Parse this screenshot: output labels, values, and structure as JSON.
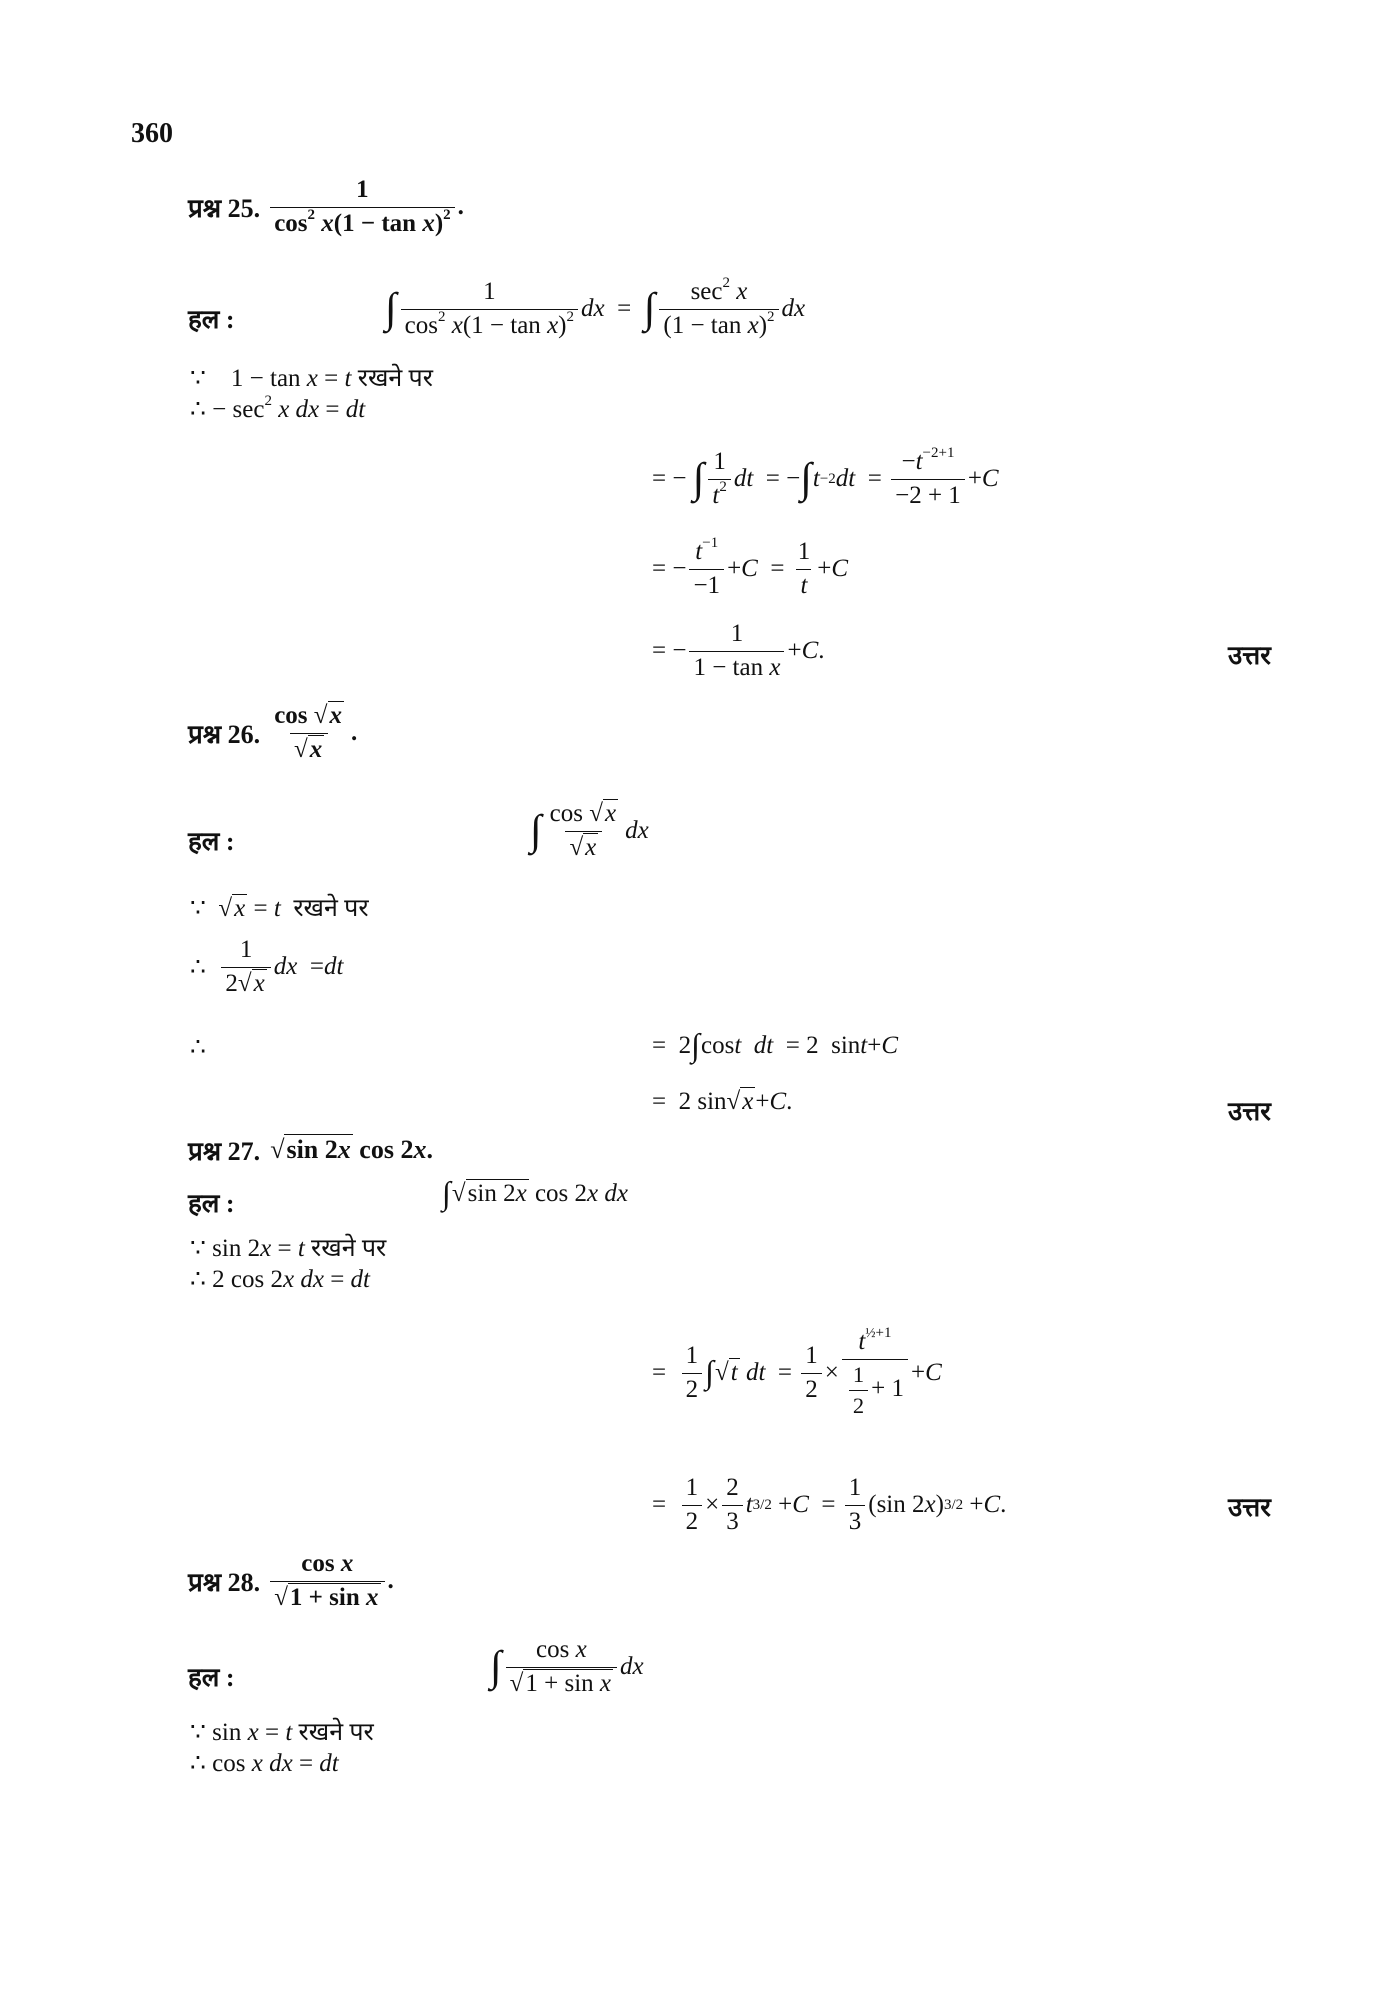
{
  "page": {
    "number": "360",
    "answer_label": "उत्तर",
    "solution_label": "हल :"
  },
  "q25": {
    "label": "प्रश्न 25.",
    "expr_num": "1",
    "expr_den": "cos² x(1 − tan x)²",
    "solution_line": "∫ 1 / (cos² x(1 − tan x)²) dx = ∫ sec² x / (1 − tan x)² dx",
    "sub_line1": "∵   1 − tan x = t रखने पर",
    "sub_line2": "∴ − sec² x dx = dt",
    "steps": [
      "= − ∫ (1/t²) dt = −∫ t⁻² dt = −t^(−2+1) / (−2 + 1) + C",
      "= − t⁻¹/(−1) + C = 1/t + C",
      "= − 1/(1 − tan x) + C ."
    ]
  },
  "q26": {
    "label": "प्रश्न 26.",
    "expr_num": "cos √x",
    "expr_den": "√x",
    "solution_line": "∫ (cos √x / √x) dx",
    "sub_line1": "∵  √x = t  रखने पर",
    "sub_line2": "∴  (1 / 2√x) dx = dt",
    "sub_line3": "∴",
    "steps": [
      "= 2∫ cos t dt = 2 sin t + C",
      "= 2 sin √x + C."
    ]
  },
  "q27": {
    "label": "प्रश्न 27.",
    "expr": "√(sin 2x) cos 2x.",
    "solution_line": "∫ √(sin 2x) cos 2x dx",
    "sub_line1": "∵ sin 2x = t रखने पर",
    "sub_line2": "∴ 2 cos 2x dx = dt",
    "steps": [
      "= (1/2)∫ √t dt = (1/2) × t^(1/2 + 1) / (1/2 + 1) + C",
      "= (1/2) × (2/3) t^(3/2) + C = (1/3)(sin 2x)^(3/2) + C."
    ]
  },
  "q28": {
    "label": "प्रश्न 28.",
    "expr_num": "cos x",
    "expr_den": "√(1 + sin x)",
    "solution_line": "∫ cos x / √(1 + sin x) dx",
    "sub_line1": "∵ sin x = t रखने पर",
    "sub_line2": "∴ cos x dx = dt"
  }
}
